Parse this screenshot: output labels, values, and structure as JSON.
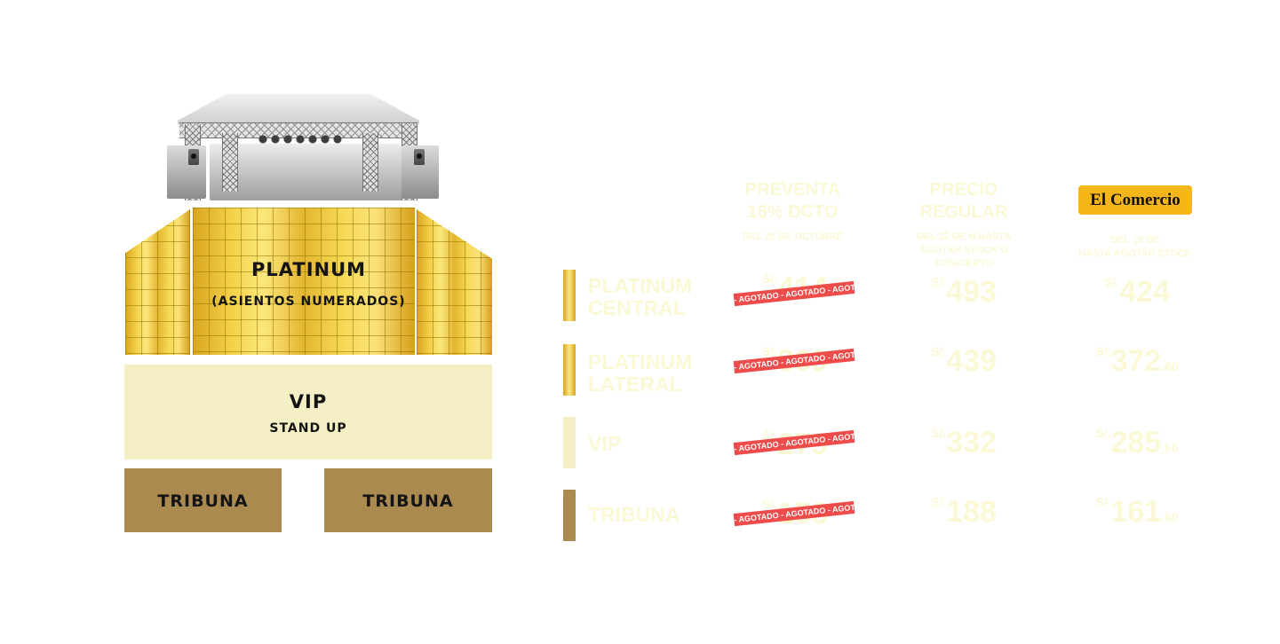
{
  "map": {
    "platinum": {
      "title": "PLATINUM",
      "subtitle": "(ASIENTOS NUMERADOS)"
    },
    "vip": {
      "title": "VIP",
      "subtitle": "STAND UP"
    },
    "tribuna_left": "TRIBUNA",
    "tribuna_right": "TRIBUNA",
    "footnote": "",
    "colors": {
      "platinum": "#e9bd2c",
      "vip": "#f4efc5",
      "tribuna": "#aa8a4f"
    }
  },
  "columns": {
    "presale": {
      "line1": "PREVENTA",
      "line2": "16% DCTO",
      "note": "DEL 25 DE OCTUBRE"
    },
    "regular": {
      "line1": "PRECIO",
      "line2": "REGULAR",
      "note_line1": "DEL 22 DE N.HASTA",
      "note_line2": "AGOTAR STOCK O CONCIERTO"
    },
    "brand": {
      "name": "El Comercio",
      "note_line1": "DEL 25 DE",
      "note_line2": "HASTA AGOTAR STOCK"
    }
  },
  "sold_out_text": "- AGOTADO - AGOTADO - AGOTADO - AGOTADO",
  "currency": "S/.",
  "rows": [
    {
      "label_line1": "PLATINUM",
      "label_line2": "CENTRAL",
      "presale_price": "414",
      "regular_price": "493",
      "brand_price": "424",
      "brand_decimals": ""
    },
    {
      "label_line1": "PLATINUM",
      "label_line2": "LATERAL",
      "presale_price": "369",
      "regular_price": "439",
      "brand_price": "372",
      "brand_decimals": ".60"
    },
    {
      "label_line1": "VIP",
      "label_line2": "",
      "presale_price": "279",
      "regular_price": "332",
      "brand_price": "285",
      "brand_decimals": ".60"
    },
    {
      "label_line1": "TRIBUNA",
      "label_line2": "",
      "presale_price": "158",
      "regular_price": "188",
      "brand_price": "161",
      "brand_decimals": ".60"
    }
  ]
}
